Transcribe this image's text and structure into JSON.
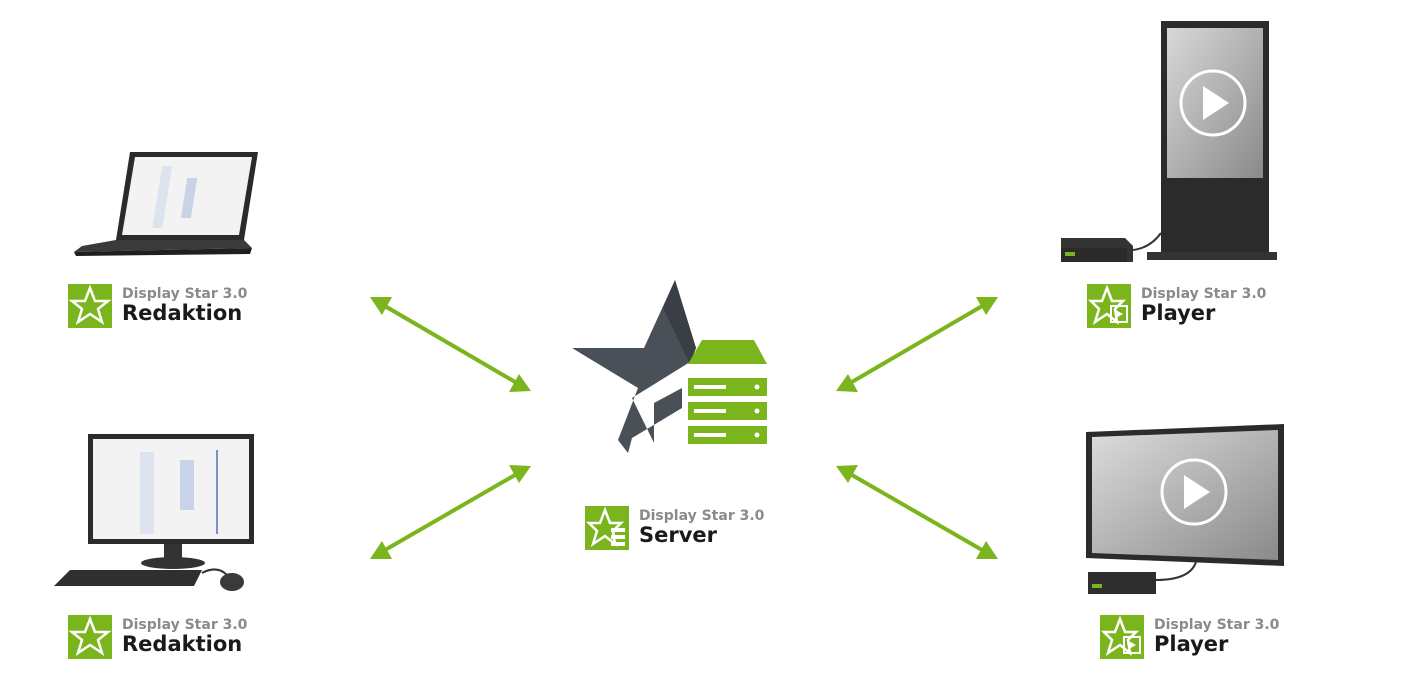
{
  "colors": {
    "accent": "#7ab51d",
    "star": "#4a5057",
    "device": "#2b2b2b"
  },
  "nodes": {
    "editor_laptop": {
      "product": "Display Star 3.0",
      "role": "Redaktion",
      "icon": "laptop-icon"
    },
    "editor_desktop": {
      "product": "Display Star 3.0",
      "role": "Redaktion",
      "icon": "desktop-computer-icon"
    },
    "server": {
      "product": "Display Star 3.0",
      "role": "Server",
      "icon": "star-server-icon"
    },
    "player_kiosk": {
      "product": "Display Star 3.0",
      "role": "Player",
      "icon": "kiosk-display-icon"
    },
    "player_tv": {
      "product": "Display Star 3.0",
      "role": "Player",
      "icon": "tv-display-icon"
    }
  },
  "connections": [
    {
      "from": "editor_laptop",
      "to": "server",
      "bidirectional": true
    },
    {
      "from": "editor_desktop",
      "to": "server",
      "bidirectional": true
    },
    {
      "from": "server",
      "to": "player_kiosk",
      "bidirectional": true
    },
    {
      "from": "server",
      "to": "player_tv",
      "bidirectional": true
    }
  ]
}
